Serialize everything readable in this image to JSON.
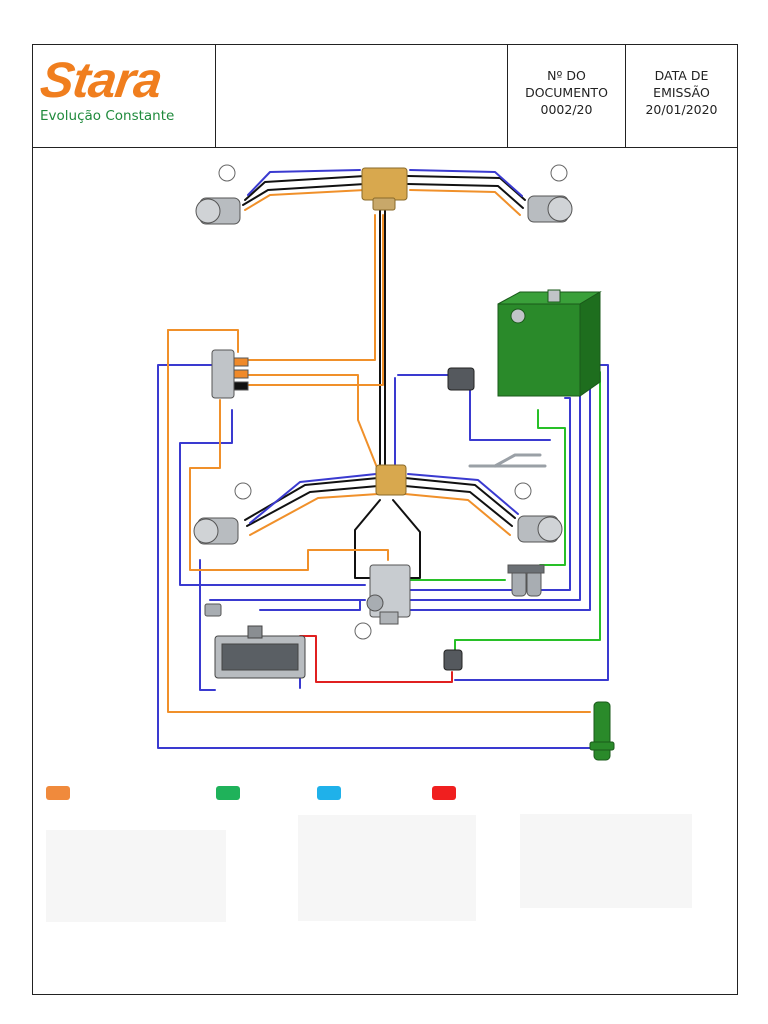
{
  "header": {
    "logo": {
      "brand": "Stara",
      "tagline": "Evolução Constante"
    },
    "document": {
      "label_line1": "Nº DO",
      "label_line2": "DOCUMENTO",
      "value": "0002/20"
    },
    "issue_date": {
      "label_line1": "DATA DE",
      "label_line2": "EMISSÃO",
      "value": "20/01/2020"
    }
  },
  "legend": [
    {
      "color": "#f08a3c"
    },
    {
      "color": "#1fb25a"
    },
    {
      "color": "#1fb1ea"
    },
    {
      "color": "#f01f1f"
    }
  ],
  "line_colors": {
    "pressure_orange": "#f0902a",
    "return_blue": "#3a3ad0",
    "drain_green": "#28c028",
    "signal_red": "#e02020",
    "hose_black": "#111111",
    "valve_brass": "#d8a84e",
    "tank_green": "#2a8a2a"
  }
}
